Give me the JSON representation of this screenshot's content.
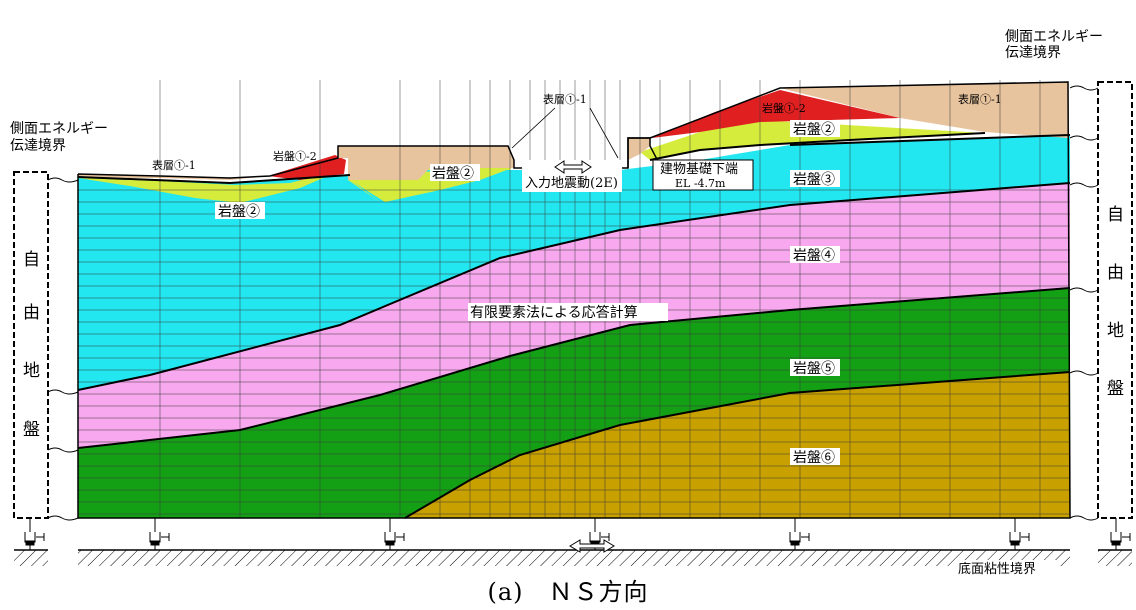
{
  "labels": {
    "side_boundary_right": [
      "側面エネルギー",
      "伝達境界"
    ],
    "side_boundary_left": [
      "側面エネルギー",
      "伝達境界"
    ],
    "free_field_left": [
      "自",
      "由",
      "地",
      "盤"
    ],
    "free_field_right": [
      "自",
      "由",
      "地",
      "盤"
    ],
    "surface_1_1_left": "表層①-1",
    "surface_1_1_top": "表層①-1",
    "surface_1_1_right": "表層①-1",
    "rock_1_2_left": "岩盤①-2",
    "rock_1_2_right": "岩盤①-2",
    "rock_2_left": "岩盤②",
    "rock_2_mid": "岩盤②",
    "rock_2_right": "岩盤②",
    "rock_3": "岩盤③",
    "rock_4": "岩盤④",
    "rock_5": "岩盤⑤",
    "rock_6": "岩盤⑥",
    "input_motion": "入力地震動(2E)",
    "foundation_bottom": "建物基礎下端",
    "foundation_el": "EL -4.7m",
    "fem_label": "有限要素法による応答計算",
    "bottom_boundary": "底面粘性境界"
  },
  "caption": "(a)　ＮＳ方向",
  "colors": {
    "surface": "#e8c49e",
    "rock_1_2": "#e02020",
    "rock_2": "#d6ec3c",
    "rock_3": "#22e6f0",
    "rock_4": "#f7a8ee",
    "rock_5": "#14a014",
    "rock_6": "#c8a000"
  }
}
